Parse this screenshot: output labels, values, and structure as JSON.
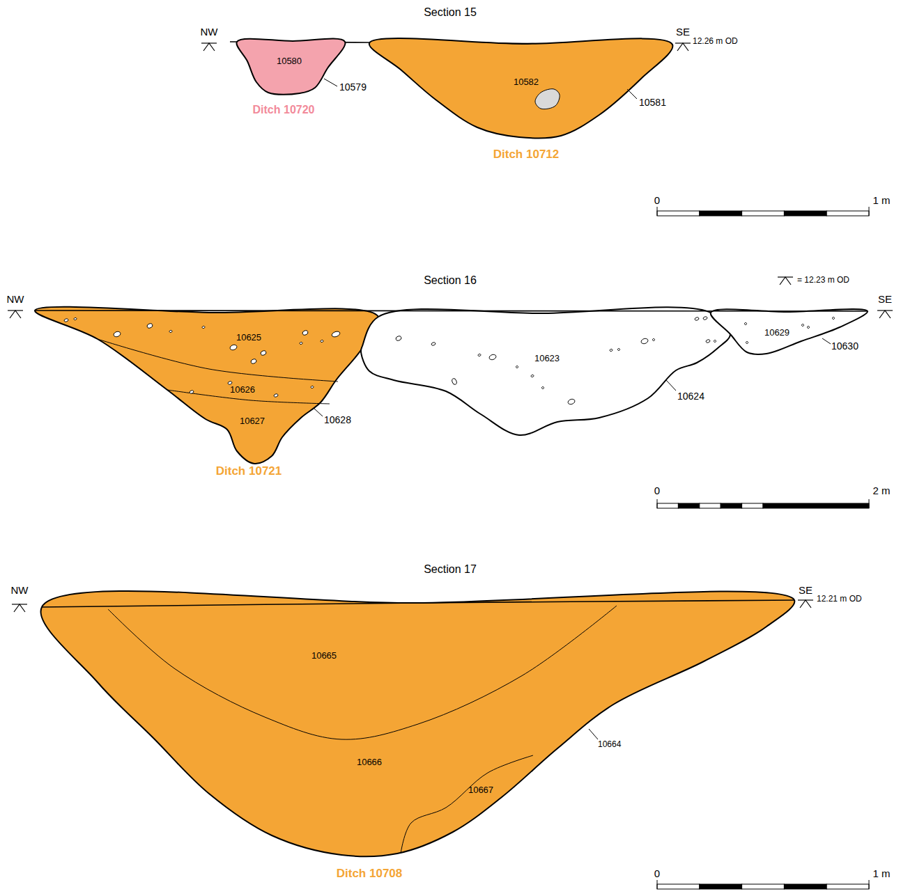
{
  "diagram": {
    "labels": [
      "Section 15",
      "NW",
      "SE",
      "12.26 m OD",
      "10580",
      "10579",
      "10582",
      "10581",
      "Ditch 10720",
      "Ditch 10712",
      "0",
      "1 m",
      "Section 16",
      "= 12.23 m OD",
      "NW",
      "SE",
      "10625",
      "10629",
      "10630",
      "10623",
      "10626",
      "10627",
      "10628",
      "10624",
      "Ditch 10721",
      "0",
      "2 m",
      "Section 17",
      "NW",
      "SE",
      "12.21 m OD",
      "10665",
      "10666",
      "10664",
      "10667",
      "Ditch 10708",
      "0",
      "1 m"
    ]
  }
}
